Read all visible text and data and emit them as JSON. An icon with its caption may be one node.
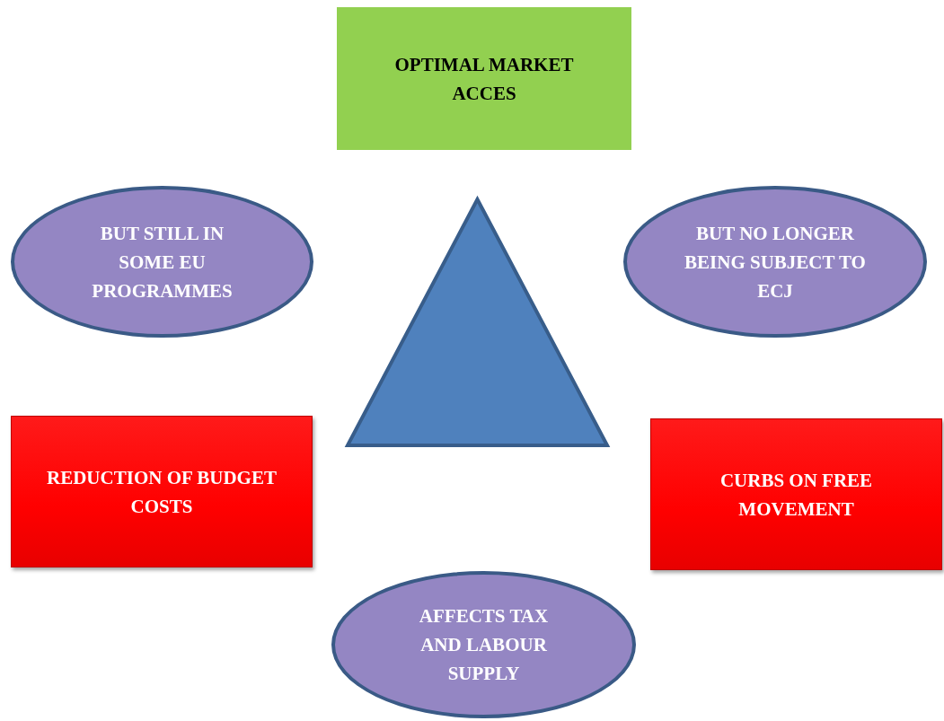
{
  "diagram": {
    "nodes": [
      {
        "text": [
          "OPTIMAL MARKET ACCES"
        ]
      },
      {
        "text": [
          "BUT STILL IN SOME EU PROGRAMMES"
        ]
      },
      {
        "text": [],
        "shape": "triangle"
      },
      {
        "text": [
          "BUT NO LONGER BEING SUBJECT TO ECJ"
        ]
      },
      {
        "text": [
          "REDUCTION OF BUDGET COSTS"
        ]
      },
      {
        "text": [
          "CURBS ON FREE MOVEMENT"
        ]
      },
      {
        "text": [
          "AFFECTS TAX AND LABOUR SUPPLY"
        ]
      }
    ]
  }
}
